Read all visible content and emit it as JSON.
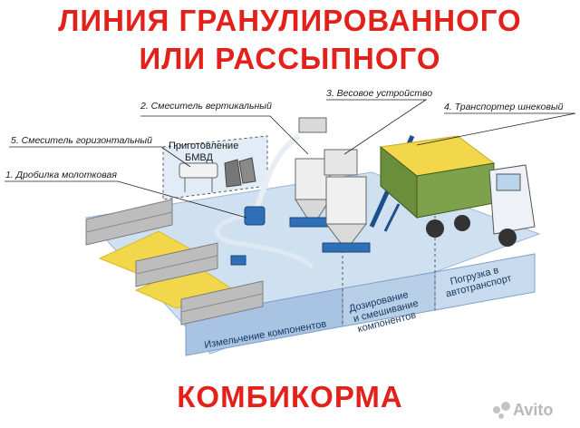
{
  "title": {
    "line1": "ЛИНИЯ ГРАНУЛИРОВАННОГО",
    "line2": "ИЛИ РАССЫПНОГО",
    "line3": "КОМБИКОРМА"
  },
  "callouts": [
    "1. Дробилка молотковая",
    "2. Смеситель вертикальный",
    "3. Весовое устройство",
    "4. Транспортер шнековый",
    "5. Смеситель горизонтальный"
  ],
  "bmvd_box": {
    "line1": "Приготовление",
    "line2": "БМВД"
  },
  "zones": {
    "grinding": "Измельчение компонентов",
    "dosing_line1": "Дозирование",
    "dosing_line2": "и смешивание",
    "dosing_line3": "компонентов",
    "loading_line1": "Погрузка в",
    "loading_line2": "автотранспорт"
  },
  "watermark": "Avito",
  "colors": {
    "title_red": "#e3211b",
    "floor_blue": "#bcd3ea",
    "panel_blue": "#9db9dc",
    "grain_yellow": "#f2d74a"
  }
}
